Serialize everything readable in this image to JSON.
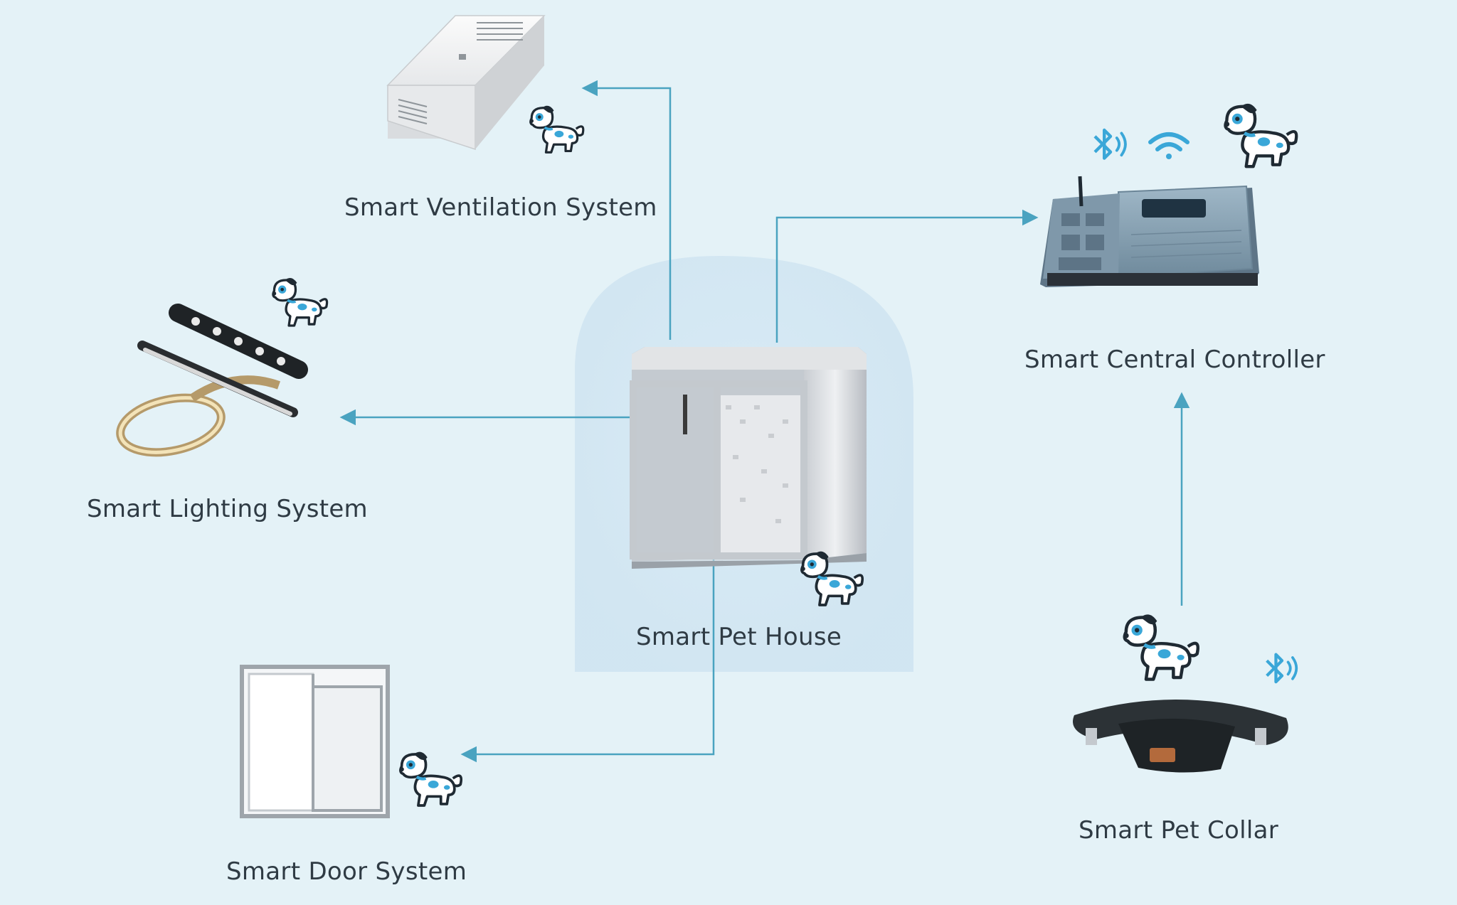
{
  "diagram": {
    "center": {
      "label": "Smart Pet House"
    },
    "nodes": [
      {
        "id": "ventilation",
        "label": "Smart Ventilation System"
      },
      {
        "id": "controller",
        "label": "Smart Central Controller"
      },
      {
        "id": "lighting",
        "label": "Smart Lighting System"
      },
      {
        "id": "door",
        "label": "Smart Door System"
      },
      {
        "id": "collar",
        "label": "Smart Pet Collar"
      }
    ]
  },
  "colors": {
    "background": "#e4f2f7",
    "connector": "#4aa3c0",
    "accent": "#3aa7d8",
    "label_text": "#2f3b44"
  },
  "icons": [
    "dog-mascot-icon",
    "bluetooth-icon",
    "wifi-icon"
  ]
}
